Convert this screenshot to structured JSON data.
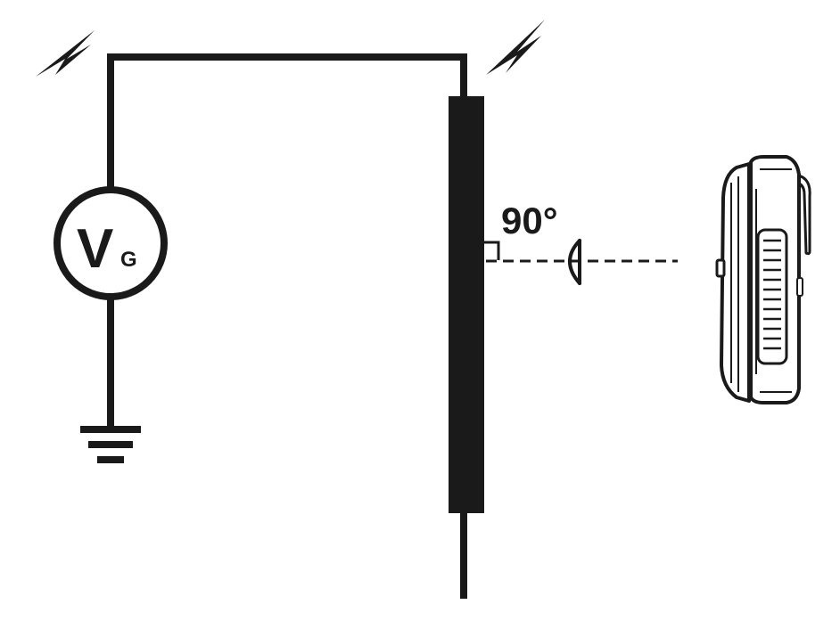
{
  "diagram": {
    "source": {
      "symbol_main": "V",
      "symbol_sub": "G"
    },
    "angle_label": "90°",
    "colors": {
      "ink": "#1a1a1a",
      "background": "#ffffff",
      "meter_fill": "#ffffff"
    },
    "icons": {
      "discharge_left": "lightning-bolt-icon",
      "discharge_right": "lightning-bolt-icon",
      "ground": "ground-symbol-icon",
      "sensor": "sensor-dome-icon",
      "meter": "field-meter-device-icon"
    }
  }
}
